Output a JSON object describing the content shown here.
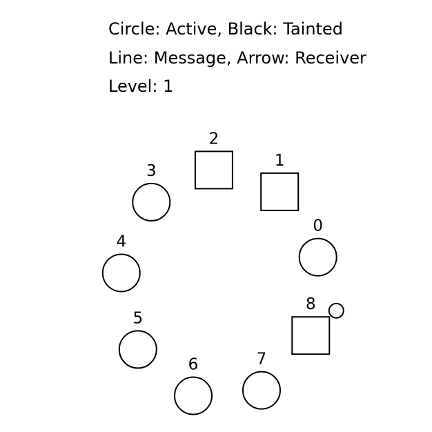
{
  "legend": {
    "shape": "Circle: Active, Black: Tainted",
    "line": "Line: Message, Arrow: Receiver",
    "level": "Level: 1"
  },
  "nodes": [
    {
      "label": "0",
      "shape": "circle",
      "tainted": false
    },
    {
      "label": "1",
      "shape": "square",
      "tainted": false
    },
    {
      "label": "2",
      "shape": "square",
      "tainted": false
    },
    {
      "label": "3",
      "shape": "circle",
      "tainted": false
    },
    {
      "label": "4",
      "shape": "circle",
      "tainted": false
    },
    {
      "label": "5",
      "shape": "circle",
      "tainted": false
    },
    {
      "label": "6",
      "shape": "circle",
      "tainted": false
    },
    {
      "label": "7",
      "shape": "circle",
      "tainted": false
    },
    {
      "label": "8",
      "shape": "square",
      "tainted": false
    }
  ],
  "token": {
    "holder": "8",
    "shape": "circle",
    "tainted": false
  },
  "colors": {
    "stroke": "#000000",
    "fill": "#ffffff",
    "tainted_fill": "#000000"
  }
}
